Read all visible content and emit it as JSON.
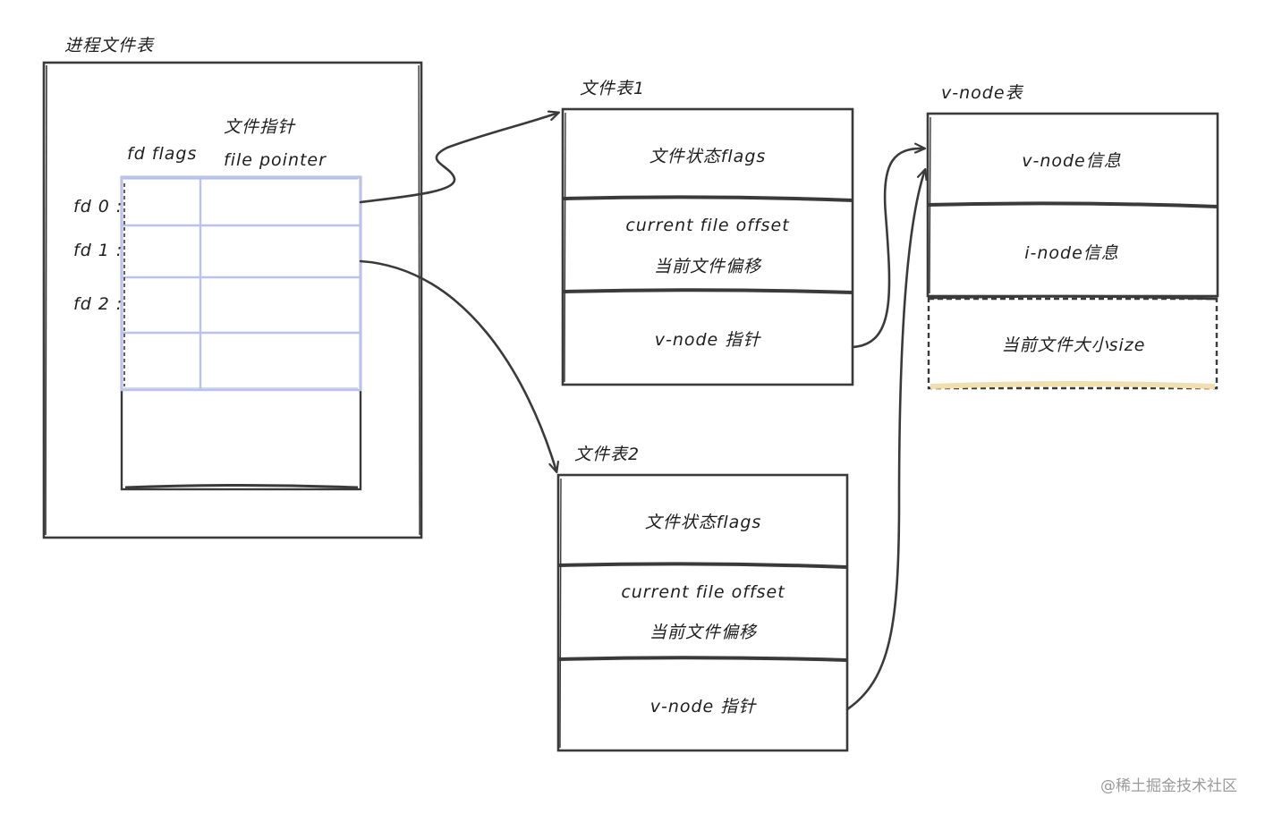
{
  "process_table": {
    "title": "进程文件表",
    "col_flags": "fd flags",
    "col_pointer_line1": "文件指针",
    "col_pointer_line2": "file pointer",
    "rows": [
      "fd 0 :",
      "fd 1 :",
      "fd 2 :"
    ]
  },
  "file_table_1": {
    "title": "文件表1",
    "status": "文件状态flags",
    "offset_line1": "current file offset",
    "offset_line2": "当前文件偏移",
    "vnode_ptr": "v-node 指针"
  },
  "file_table_2": {
    "title": "文件表2",
    "status": "文件状态flags",
    "offset_line1": "current file offset",
    "offset_line2": "当前文件偏移",
    "vnode_ptr": "v-node 指针"
  },
  "vnode_table": {
    "title": "v-node表",
    "vnode_info": "v-node信息",
    "inode_info": "i-node信息",
    "file_size": "当前文件大小size"
  },
  "watermark": "@稀土掘金技术社区",
  "colors": {
    "stroke": "#3a3a3a",
    "grid": "#b9c3ee",
    "highlight": "#f0e0b0"
  }
}
